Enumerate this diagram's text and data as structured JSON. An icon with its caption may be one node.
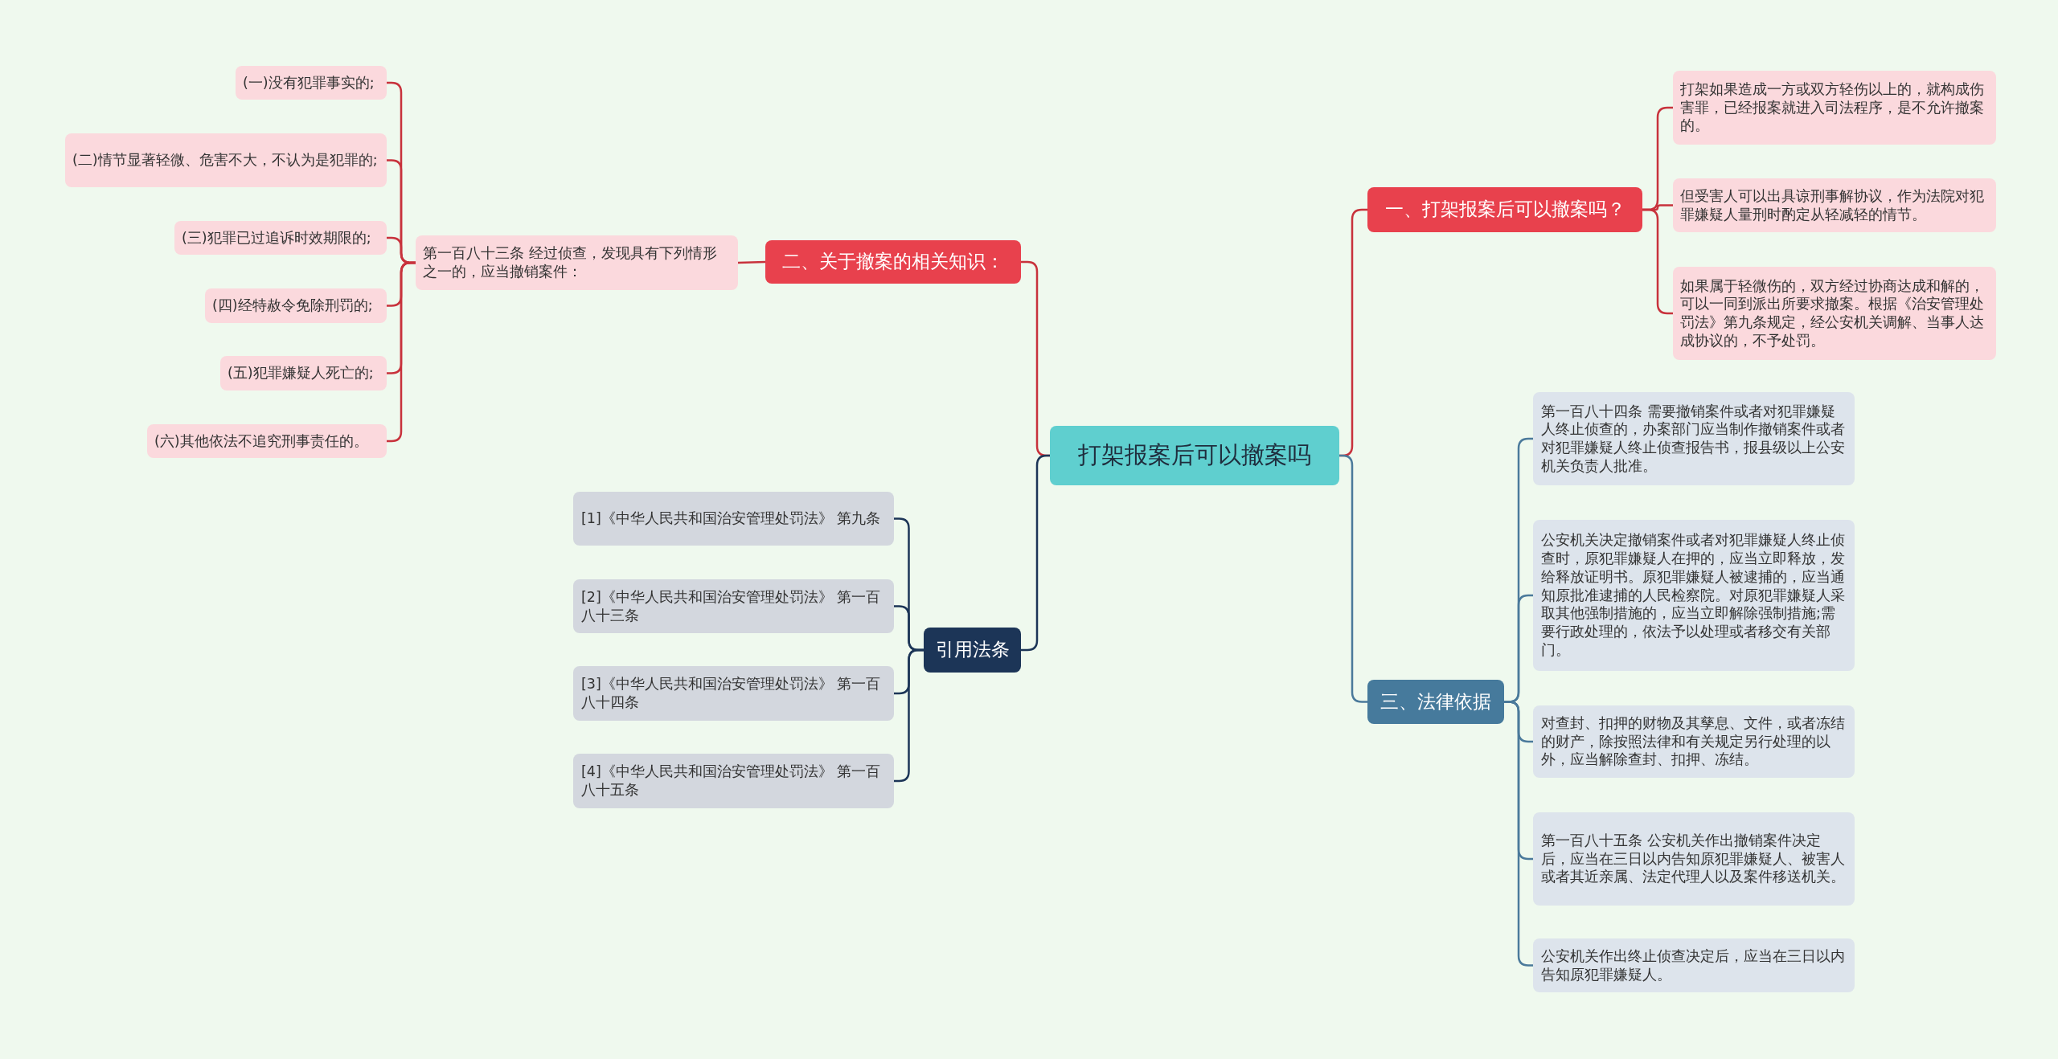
{
  "diagram": {
    "nodes": [
      {
        "text": [
          "打架报案后可以撤案吗"
        ]
      },
      {
        "text": [
          "一、打架报案后可以撤案吗？"
        ]
      },
      {
        "text": [
          "打架如果造成一方或双方轻伤以上的，就构成伤害罪，已经报案就进入司法程序，是不允许撤案的。"
        ]
      },
      {
        "text": [
          "但受害人可以出具谅刑事解协议，作为法院对犯罪嫌疑人量刑时酌定从轻减轻的情节。"
        ]
      },
      {
        "text": [
          "如果属于轻微伤的，双方经过协商达成和解的，可以一同到派出所要求撤案。根据《治安管理处罚法》第九条规定，经公安机关调解、当事人达成协议的，不予处罚。"
        ]
      },
      {
        "text": [
          "二、关于撤案的相关知识："
        ]
      },
      {
        "text": [
          "第一百八十三条 经过侦查，发现具有下列情形之一的，应当撤销案件："
        ]
      },
      {
        "text": [
          "(一)没有犯罪事实的;"
        ]
      },
      {
        "text": [
          "(二)情节显著轻微、危害不大，不认为是犯罪的;"
        ]
      },
      {
        "text": [
          "(三)犯罪已过追诉时效期限的;"
        ]
      },
      {
        "text": [
          "(四)经特赦令免除刑罚的;"
        ]
      },
      {
        "text": [
          "(五)犯罪嫌疑人死亡的;"
        ]
      },
      {
        "text": [
          "(六)其他依法不追究刑事责任的。"
        ]
      },
      {
        "text": [
          "引用法条"
        ]
      },
      {
        "text": [
          "[1]《中华人民共和国治安管理处罚法》 第九条"
        ]
      },
      {
        "text": [
          "[2]《中华人民共和国治安管理处罚法》 第一百八十三条"
        ]
      },
      {
        "text": [
          "[3]《中华人民共和国治安管理处罚法》 第一百八十四条"
        ]
      },
      {
        "text": [
          "[4]《中华人民共和国治安管理处罚法》 第一百八十五条"
        ]
      },
      {
        "text": [
          "三、法律依据"
        ]
      },
      {
        "text": [
          "第一百八十四条 需要撤销案件或者对犯罪嫌疑人终止侦查的，办案部门应当制作撤销案件或者对犯罪嫌疑人终止侦查报告书，报县级以上公安机关负责人批准。"
        ]
      },
      {
        "text": [
          "公安机关决定撤销案件或者对犯罪嫌疑人终止侦查时，原犯罪嫌疑人在押的，应当立即释放，发给释放证明书。原犯罪嫌疑人被逮捕的，应当通知原批准逮捕的人民检察院。对原犯罪嫌疑人采取其他强制措施的，应当立即解除强制措施;需要行政处理的，依法予以处理或者移交有关部门。"
        ]
      },
      {
        "text": [
          "对查封、扣押的财物及其孳息、文件，或者冻结的财产，除按照法律和有关规定另行处理的以外，应当解除查封、扣押、冻结。"
        ]
      },
      {
        "text": [
          "第一百八十五条 公安机关作出撤销案件决定后，应当在三日以内告知原犯罪嫌疑人、被害人或者其近亲属、法定代理人以及案件移送机关。"
        ]
      },
      {
        "text": [
          "公安机关作出终止侦查决定后，应当在三日以内告知原犯罪嫌疑人。"
        ]
      }
    ],
    "edges": [
      {
        "from": 0,
        "to": 1,
        "arrow": "none"
      },
      {
        "from": 0,
        "to": 5,
        "arrow": "none"
      },
      {
        "from": 0,
        "to": 13,
        "arrow": "none",
        "color": "#1c3557"
      },
      {
        "from": 0,
        "to": 18,
        "arrow": "none",
        "color": "#4b7a9b"
      },
      {
        "from": 1,
        "to": 2,
        "arrow": "none"
      },
      {
        "from": 1,
        "to": 3,
        "arrow": "none"
      },
      {
        "from": 1,
        "to": 4,
        "arrow": "none"
      },
      {
        "from": 5,
        "to": 6,
        "arrow": "none"
      },
      {
        "from": 6,
        "to": 7,
        "arrow": "none"
      },
      {
        "from": 6,
        "to": 8,
        "arrow": "none"
      },
      {
        "from": 6,
        "to": 9,
        "arrow": "none"
      },
      {
        "from": 6,
        "to": 10,
        "arrow": "none"
      },
      {
        "from": 6,
        "to": 11,
        "arrow": "none"
      },
      {
        "from": 6,
        "to": 12,
        "arrow": "none"
      },
      {
        "from": 13,
        "to": 14,
        "arrow": "none",
        "color": "#1c3557"
      },
      {
        "from": 13,
        "to": 15,
        "arrow": "none",
        "color": "#1c3557"
      },
      {
        "from": 13,
        "to": 16,
        "arrow": "none",
        "color": "#1c3557"
      },
      {
        "from": 13,
        "to": 17,
        "arrow": "none",
        "color": "#1c3557"
      },
      {
        "from": 18,
        "to": 19,
        "arrow": "none",
        "color": "#4b7a9b"
      },
      {
        "from": 18,
        "to": 20,
        "arrow": "none",
        "color": "#4b7a9b"
      },
      {
        "from": 18,
        "to": 21,
        "arrow": "none",
        "color": "#4b7a9b"
      },
      {
        "from": 18,
        "to": 22,
        "arrow": "none",
        "color": "#4b7a9b"
      },
      {
        "from": 18,
        "to": 23,
        "arrow": "none",
        "color": "#4b7a9b"
      }
    ]
  }
}
